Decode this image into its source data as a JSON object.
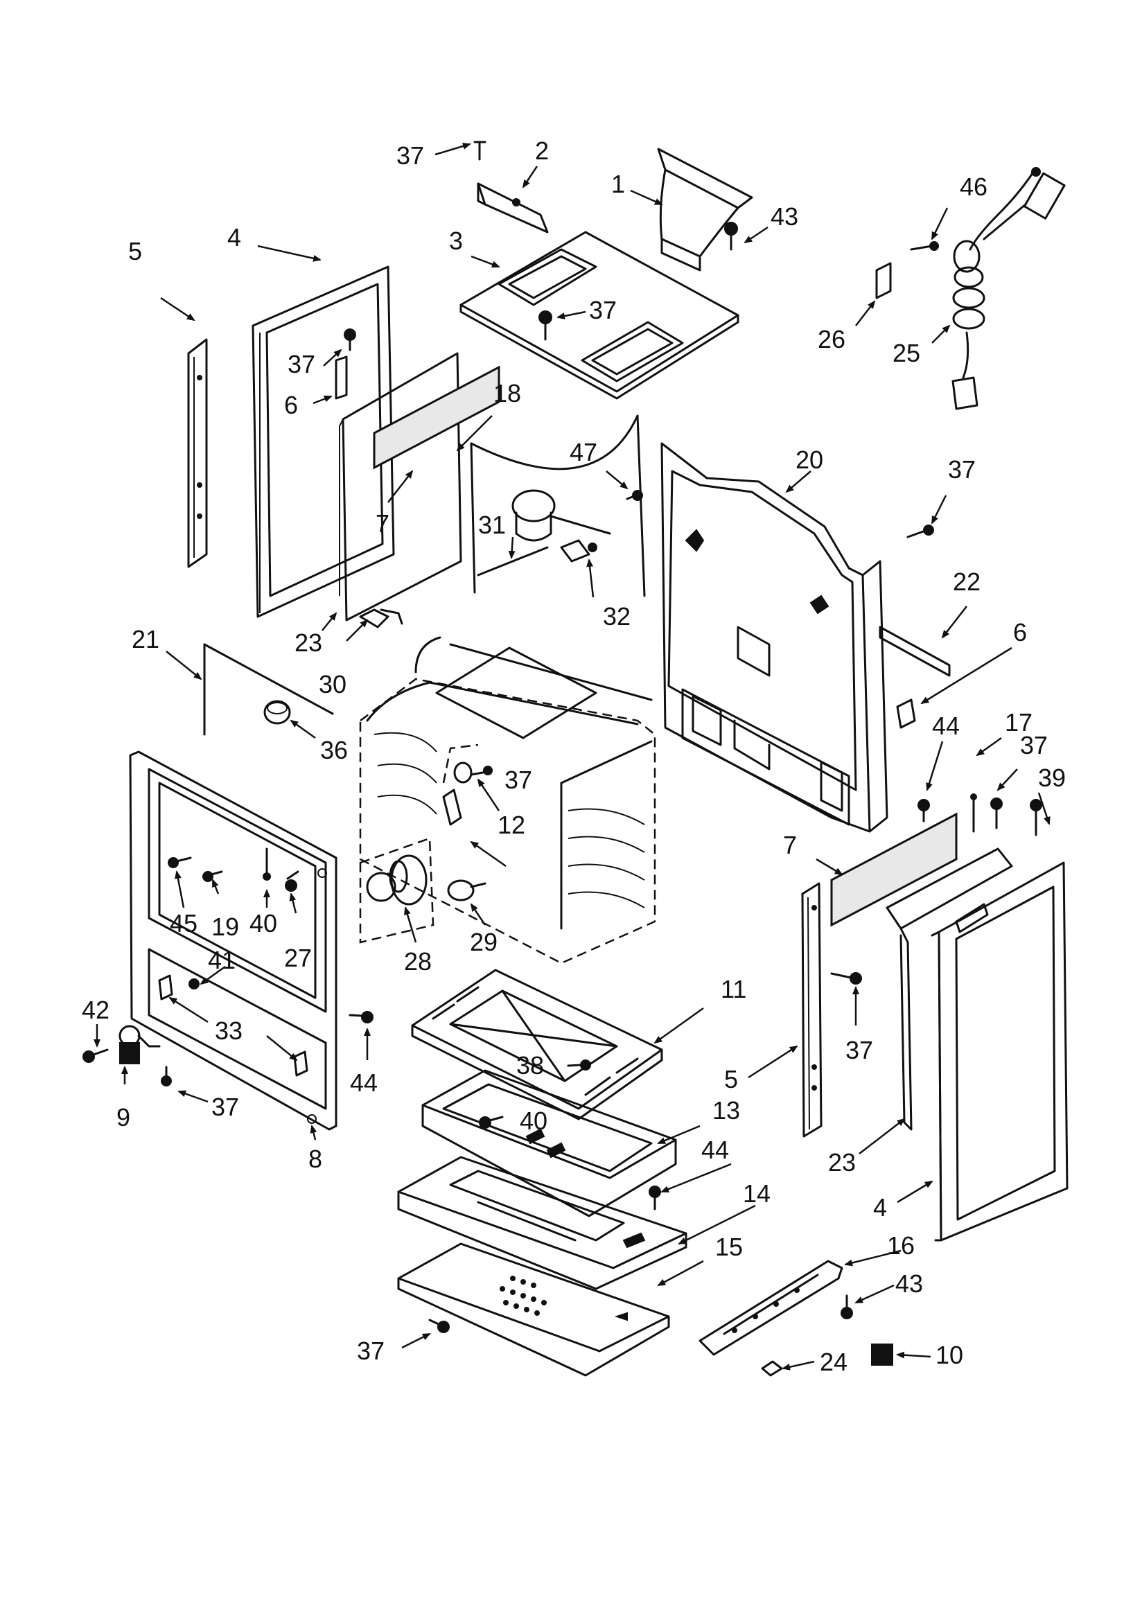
{
  "callouts": {
    "c1": "1",
    "c2": "2",
    "c3": "3",
    "c4a": "4",
    "c4b": "4",
    "c5a": "5",
    "c5b": "5",
    "c6a": "6",
    "c6b": "6",
    "c7a": "7",
    "c7b": "7",
    "c8": "8",
    "c9": "9",
    "c10": "10",
    "c11": "11",
    "c12": "12",
    "c13": "13",
    "c14": "14",
    "c15": "15",
    "c16": "16",
    "c17": "17",
    "c18": "18",
    "c19": "19",
    "c20": "20",
    "c21": "21",
    "c22": "22",
    "c23a": "23",
    "c23b": "23",
    "c24": "24",
    "c25": "25",
    "c26": "26",
    "c27": "27",
    "c28": "28",
    "c29": "29",
    "c30": "30",
    "c31": "31",
    "c32": "32",
    "c33": "33",
    "c36": "36",
    "c37a": "37",
    "c37b": "37",
    "c37c": "37",
    "c37d": "37",
    "c37e": "37",
    "c37f": "37",
    "c37g": "37",
    "c37h": "37",
    "c37i": "37",
    "c38": "38",
    "c39": "39",
    "c40a": "40",
    "c40b": "40",
    "c41": "41",
    "c42": "42",
    "c43a": "43",
    "c43b": "43",
    "c44a": "44",
    "c44b": "44",
    "c44c": "44",
    "c45": "45",
    "c46": "46",
    "c47": "47"
  }
}
